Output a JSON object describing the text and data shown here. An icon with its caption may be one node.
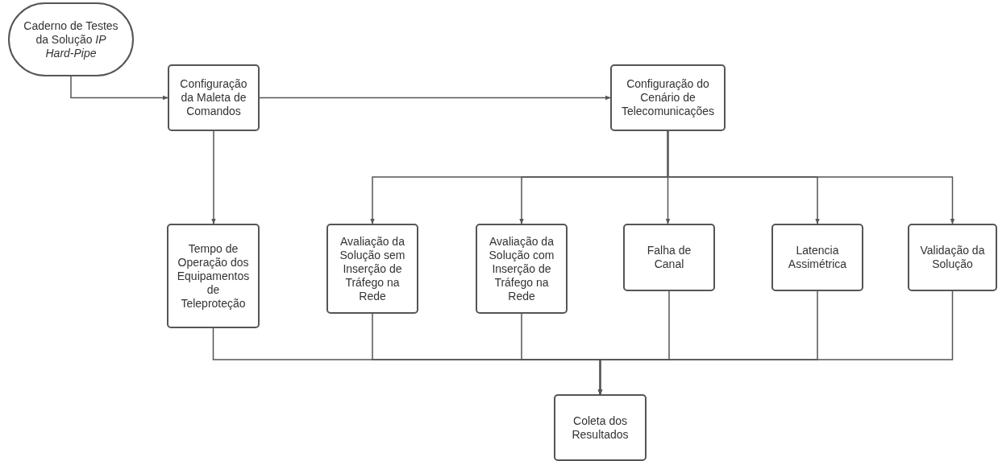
{
  "diagram": {
    "nodes": [
      {
        "text": [
          "Caderno de Testes da Solução *IP Hard-Pipe*"
        ]
      },
      {
        "text": [
          "Configuração da Maleta de Comandos"
        ]
      },
      {
        "text": [
          "Configuração do Cenário de Telecomunicações"
        ]
      },
      {
        "text": [
          "Tempo de Operação dos Equipamentos de Teleproteção"
        ]
      },
      {
        "text": [
          "Avaliação da Solução sem Inserção de Tráfego na Rede"
        ]
      },
      {
        "text": [
          "Avaliação da Solução com Inserção de Tráfego na Rede"
        ]
      },
      {
        "text": [
          "Falha de Canal"
        ]
      },
      {
        "text": [
          "Latencia Assimétrica"
        ]
      },
      {
        "text": [
          "Validação da Solução"
        ]
      },
      {
        "text": [
          "Coleta dos Resultados"
        ]
      }
    ],
    "edges": [
      {
        "from": 0,
        "to": 1,
        "arrow": "to"
      },
      {
        "from": 1,
        "to": 2,
        "arrow": "to"
      },
      {
        "from": 1,
        "to": 3,
        "arrow": "to"
      },
      {
        "from": 2,
        "to": 4,
        "arrow": "to"
      },
      {
        "from": 2,
        "to": 5,
        "arrow": "to"
      },
      {
        "from": 2,
        "to": 6,
        "arrow": "to"
      },
      {
        "from": 2,
        "to": 7,
        "arrow": "to"
      },
      {
        "from": 2,
        "to": 8,
        "arrow": "to"
      },
      {
        "from": 3,
        "to": 9,
        "arrow": "to"
      },
      {
        "from": 4,
        "to": 9,
        "arrow": "to"
      },
      {
        "from": 5,
        "to": 9,
        "arrow": "to"
      },
      {
        "from": 6,
        "to": 9,
        "arrow": "to"
      },
      {
        "from": 7,
        "to": 9,
        "arrow": "to"
      },
      {
        "from": 8,
        "to": 9,
        "arrow": "to"
      }
    ]
  }
}
